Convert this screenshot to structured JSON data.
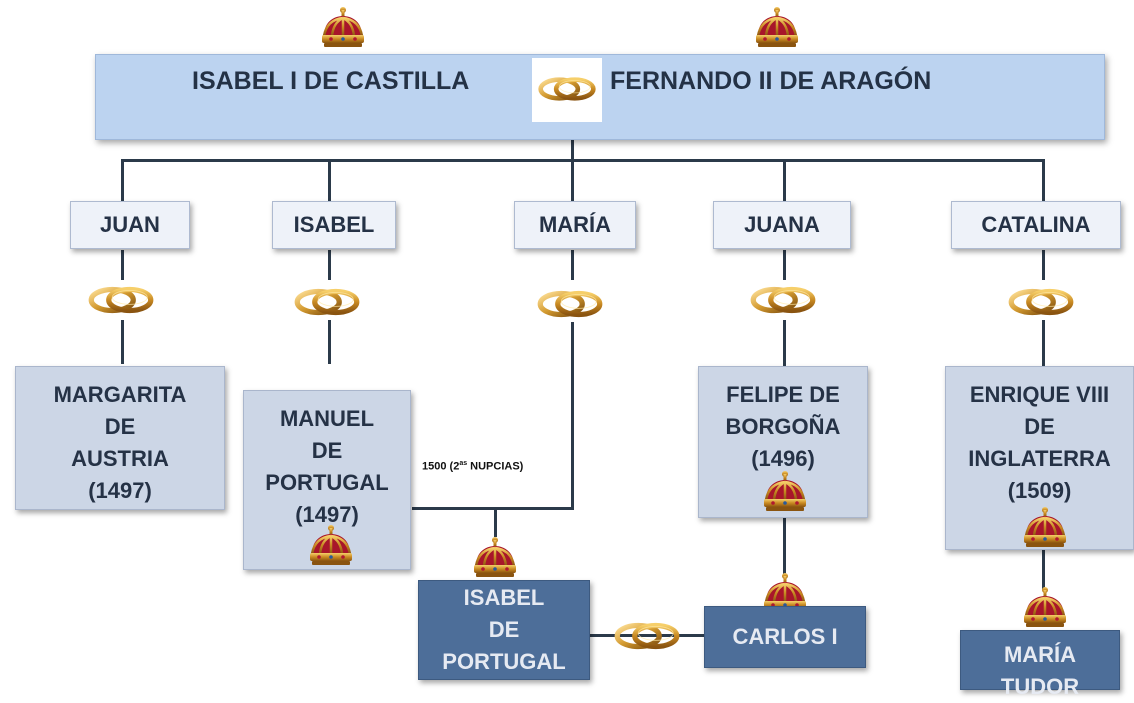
{
  "header": {
    "left_monarch": "ISABEL I DE CASTILLA",
    "right_monarch": "FERNANDO II DE ARAGÓN"
  },
  "children": [
    {
      "name": "JUAN"
    },
    {
      "name": "ISABEL"
    },
    {
      "name": "MARÍA"
    },
    {
      "name": "JUANA"
    },
    {
      "name": "CATALINA"
    }
  ],
  "spouses": [
    {
      "lines": [
        "MARGARITA",
        "DE",
        "AUSTRIA",
        "(1497)"
      ]
    },
    {
      "lines": [
        "MANUEL",
        "DE",
        "PORTUGAL",
        "(1497)"
      ]
    },
    {
      "lines": [
        "FELIPE DE",
        "BORGOÑA",
        "(1496)"
      ]
    },
    {
      "lines": [
        "ENRIQUE VIII",
        "DE",
        "INGLATERRA",
        "(1509)"
      ]
    }
  ],
  "note": {
    "main": "1500 (2",
    "sup": "as",
    "rest": " NUPCIAS)"
  },
  "grandchildren": [
    {
      "lines": [
        "ISABEL",
        "DE",
        "PORTUGAL"
      ]
    },
    {
      "lines": [
        "CARLOS I"
      ]
    },
    {
      "lines": [
        "MARÍA",
        "TUDOR"
      ]
    }
  ],
  "icons": {
    "ring": "wedding-rings-icon",
    "crown": "royal-crown-icon"
  },
  "colors": {
    "header_bg": "#bcd3f0",
    "child_bg": "#eef2f9",
    "spouse_bg": "#ccd6e6",
    "grandchild_bg": "#4d6e99",
    "line": "#2b3a4a"
  }
}
